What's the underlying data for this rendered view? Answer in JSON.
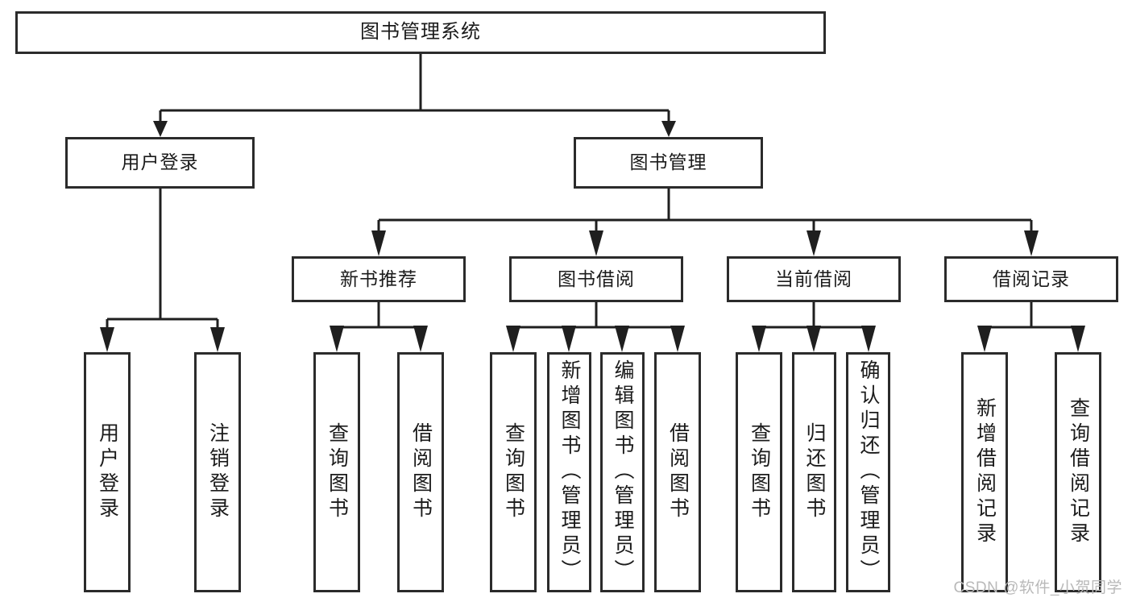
{
  "diagram": {
    "type": "tree",
    "title": "图书管理系统",
    "orientation": "top-down",
    "colors": {
      "box_border": "#2b2b2b",
      "connector": "#1f1f1f",
      "background": "#ffffff",
      "text": "#1b1b1b",
      "watermark": "#b9b9b9"
    }
  },
  "root": {
    "label": "图书管理系统"
  },
  "level2": [
    {
      "label": "用户登录"
    },
    {
      "label": "图书管理"
    }
  ],
  "level3": [
    {
      "label": "新书推荐"
    },
    {
      "label": "图书借阅"
    },
    {
      "label": "当前借阅"
    },
    {
      "label": "借阅记录"
    }
  ],
  "leaves": {
    "user_login": [
      {
        "label": "用户登录"
      },
      {
        "label": "注销登录"
      }
    ],
    "new_book_recommend": [
      {
        "label": "查询图书"
      },
      {
        "label": "借阅图书"
      }
    ],
    "book_borrow": [
      {
        "label": "查询图书"
      },
      {
        "label": "新增图书（管理员）"
      },
      {
        "label": "编辑图书（管理员）"
      },
      {
        "label": "借阅图书"
      }
    ],
    "current_borrow": [
      {
        "label": "查询图书"
      },
      {
        "label": "归还图书"
      },
      {
        "label": "确认归还（管理员）"
      }
    ],
    "borrow_records": [
      {
        "label": "新增借阅记录"
      },
      {
        "label": "查询借阅记录"
      }
    ]
  },
  "watermark": {
    "text": "CSDN @软件_小贺同学"
  }
}
